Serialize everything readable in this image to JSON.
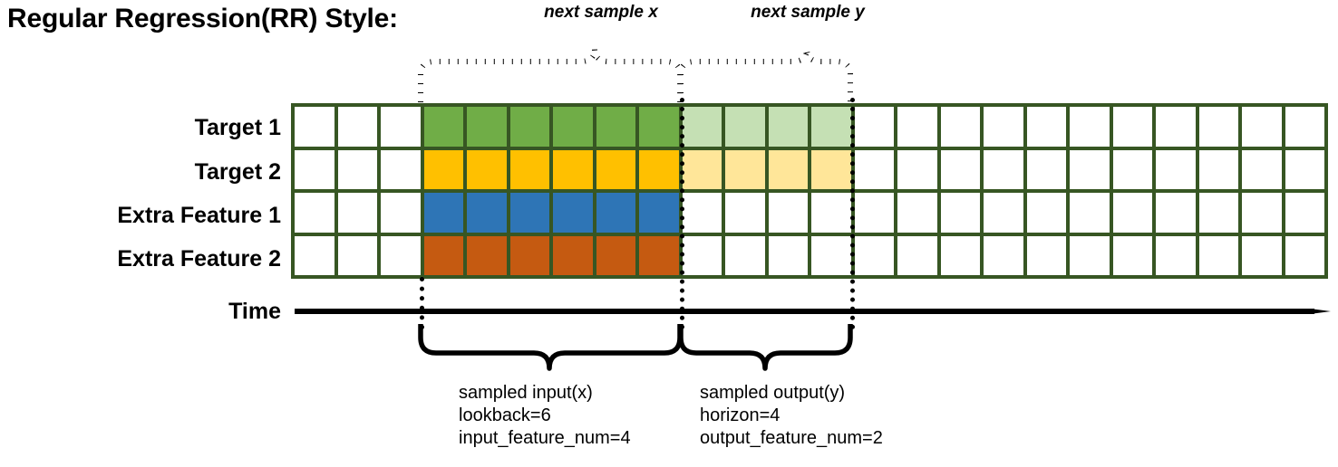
{
  "title": "Regular Regression(RR) Style:",
  "top_annotations": {
    "x_label": "next sample x",
    "y_label": "next sample y"
  },
  "rows": [
    {
      "label": "Target 1"
    },
    {
      "label": "Target 2"
    },
    {
      "label": "Extra Feature 1"
    },
    {
      "label": "Extra Feature 2"
    }
  ],
  "time_axis": {
    "label": "Time"
  },
  "captions": {
    "input": "sampled input(x)\nlookback=6\ninput_feature_num=4",
    "output": "sampled output(y)\nhorizon=4\noutput_feature_num=2"
  },
  "colors": {
    "grid_border": "#375623",
    "empty_cell": "#ffffff",
    "target1_input": "#70ad47",
    "target1_output": "#c5e0b4",
    "target2_input": "#ffc000",
    "target2_output": "#ffe699",
    "extra1_input": "#2e75b6",
    "extra2_input": "#c55a11",
    "line": "#000000"
  },
  "chart_data": {
    "type": "heatmap",
    "title": "Regular Regression(RR) Style:",
    "total_timesteps": 24,
    "lead_empty_steps": 3,
    "lookback": 6,
    "horizon": 4,
    "input_feature_num": 4,
    "output_feature_num": 2,
    "categories": [
      "Target 1",
      "Target 2",
      "Extra Feature 1",
      "Extra Feature 2"
    ],
    "series": [
      {
        "name": "Target 1",
        "values": [
          "empty",
          "empty",
          "empty",
          "input",
          "input",
          "input",
          "input",
          "input",
          "input",
          "output",
          "output",
          "output",
          "output",
          "empty",
          "empty",
          "empty",
          "empty",
          "empty",
          "empty",
          "empty",
          "empty",
          "empty",
          "empty",
          "empty"
        ]
      },
      {
        "name": "Target 2",
        "values": [
          "empty",
          "empty",
          "empty",
          "input",
          "input",
          "input",
          "input",
          "input",
          "input",
          "output",
          "output",
          "output",
          "output",
          "empty",
          "empty",
          "empty",
          "empty",
          "empty",
          "empty",
          "empty",
          "empty",
          "empty",
          "empty",
          "empty"
        ]
      },
      {
        "name": "Extra Feature 1",
        "values": [
          "empty",
          "empty",
          "empty",
          "input",
          "input",
          "input",
          "input",
          "input",
          "input",
          "empty",
          "empty",
          "empty",
          "empty",
          "empty",
          "empty",
          "empty",
          "empty",
          "empty",
          "empty",
          "empty",
          "empty",
          "empty",
          "empty",
          "empty"
        ]
      },
      {
        "name": "Extra Feature 2",
        "values": [
          "empty",
          "empty",
          "empty",
          "input",
          "input",
          "input",
          "input",
          "input",
          "input",
          "empty",
          "empty",
          "empty",
          "empty",
          "empty",
          "empty",
          "empty",
          "empty",
          "empty",
          "empty",
          "empty",
          "empty",
          "empty",
          "empty",
          "empty"
        ]
      }
    ],
    "cell_colors": {
      "Target 1": {
        "input": "#70ad47",
        "output": "#c5e0b4",
        "empty": "#ffffff"
      },
      "Target 2": {
        "input": "#ffc000",
        "output": "#ffe699",
        "empty": "#ffffff"
      },
      "Extra Feature 1": {
        "input": "#2e75b6",
        "output": "#ffffff",
        "empty": "#ffffff"
      },
      "Extra Feature 2": {
        "input": "#c55a11",
        "output": "#ffffff",
        "empty": "#ffffff"
      }
    },
    "xlabel": "Time",
    "ylabel": "",
    "grid": true,
    "legend": "none",
    "annotations": [
      {
        "text": "next sample x",
        "span_start_step": 3,
        "span_end_step": 9,
        "position": "top"
      },
      {
        "text": "next sample y",
        "span_start_step": 9,
        "span_end_step": 13,
        "position": "top"
      },
      {
        "text": "sampled input(x) lookback=6 input_feature_num=4",
        "span_start_step": 3,
        "span_end_step": 9,
        "position": "bottom"
      },
      {
        "text": "sampled output(y) horizon=4 output_feature_num=2",
        "span_start_step": 9,
        "span_end_step": 13,
        "position": "bottom"
      }
    ]
  }
}
